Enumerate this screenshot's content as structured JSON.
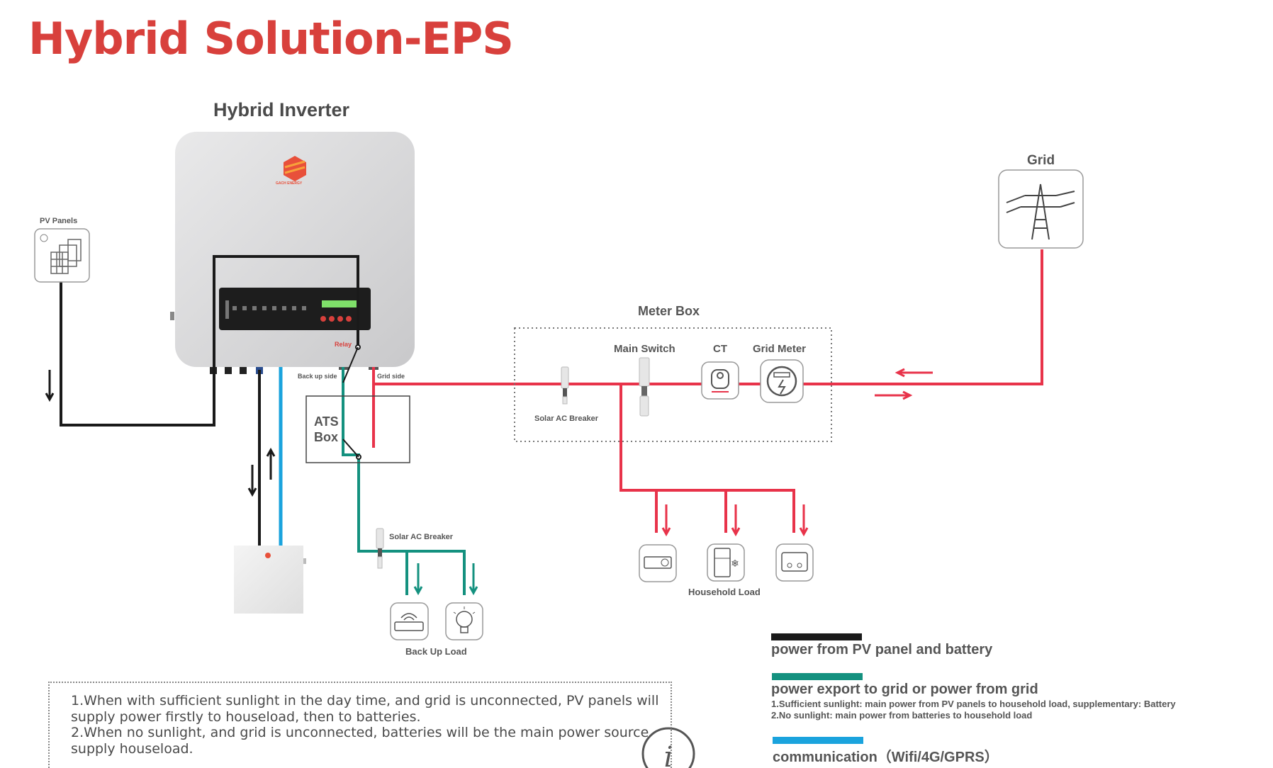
{
  "title": "Hybrid Solution-EPS",
  "labels": {
    "hybrid_inverter": "Hybrid Inverter",
    "pv_panels": "PV Panels",
    "grid": "Grid",
    "meter_box": "Meter Box",
    "main_switch": "Main Switch",
    "ct": "CT",
    "grid_meter": "Grid Meter",
    "solar_ac_breaker_meter": "Solar AC Breaker",
    "solar_ac_breaker_backup": "Solar AC Breaker",
    "relay": "Relay",
    "back_up_side": "Back up side",
    "grid_side": "Grid side",
    "ats_box_line1": "ATS",
    "ats_box_line2": "Box",
    "household_load": "Household Load",
    "back_up_load": "Back Up Load",
    "inverter_brand": "GACH ENERGY"
  },
  "notes": [
    "1.When with sufficient sunlight in the day time, and grid is unconnected, PV panels will",
    "supply power firstly to houseload, then to batteries.",
    "2.When no sunlight, and grid is unconnected, batteries will be the main power source",
    "supply houseload."
  ],
  "legend": [
    {
      "title": "power from PV panel and battery",
      "color": "#1a1a1a",
      "sub": []
    },
    {
      "title": "power export to grid or power from grid",
      "color": "#14917f",
      "sub": [
        "1.Sufficient sunlight: main power from PV panels to household load, supplementary: Battery",
        "2.No sunlight: main power from batteries to household load"
      ]
    },
    {
      "title": "communication（Wifi/4G/GPRS）",
      "color": "#1aa3dd",
      "sub": []
    }
  ],
  "colors": {
    "title": "#d8403c",
    "grid_line": "#e8334a",
    "backup_line": "#14917f",
    "pv_line": "#1a1a1a",
    "comm_line": "#1aa3dd"
  },
  "icons": {
    "pv": "solar-panel-icon",
    "grid": "transmission-tower-icon",
    "ct": "current-transformer-icon",
    "meter": "grid-meter-icon",
    "hh1": "air-conditioner-icon",
    "hh2": "refrigerator-icon",
    "hh3": "game-console-icon",
    "bu1": "wifi-router-icon",
    "bu2": "light-bulb-icon",
    "info": "info-icon"
  }
}
